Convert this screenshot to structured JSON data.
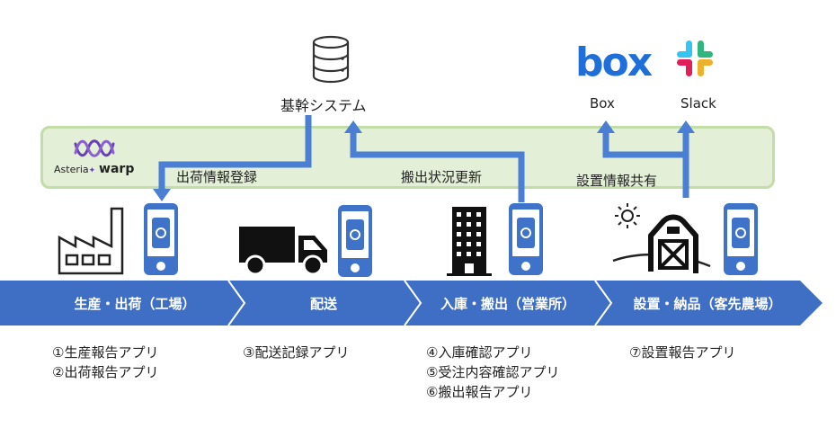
{
  "system": {
    "label": "基幹システム",
    "icon": "database-icon"
  },
  "integration": {
    "brand_prefix": "Asteria",
    "brand_suffix": "warp"
  },
  "cloud": {
    "box": {
      "logo": "box",
      "label": "Box"
    },
    "slack": {
      "label": "Slack"
    }
  },
  "flows": {
    "shipping_registration": "出荷情報登録",
    "outbound_update": "搬出状況更新",
    "install_share": "設置情報共有"
  },
  "stages": [
    {
      "label": "生産・出荷（工場）",
      "icon": "factory-icon"
    },
    {
      "label": "配送",
      "icon": "truck-icon"
    },
    {
      "label": "入庫・搬出（営業所）",
      "icon": "building-icon"
    },
    {
      "label": "設置・納品（客先農場）",
      "icon": "barn-icon"
    }
  ],
  "apps": [
    [
      "①生産報告アプリ",
      "②出荷報告アプリ"
    ],
    [
      "③配送記録アプリ"
    ],
    [
      "④入庫確認アプリ",
      "⑤受注内容確認アプリ",
      "⑥搬出報告アプリ"
    ],
    [
      "⑦設置報告アプリ"
    ]
  ],
  "colors": {
    "accent_blue": "#3f72c9",
    "arrow_blue": "#4a7fd4",
    "band_fill": "#e3efd6",
    "band_border": "#c3dda9",
    "slack_green": "#2eb67d",
    "slack_blue": "#36c5f0",
    "slack_red": "#e01e5a",
    "slack_yellow": "#ecb22e",
    "warp_purple": "#6a3fb5"
  }
}
